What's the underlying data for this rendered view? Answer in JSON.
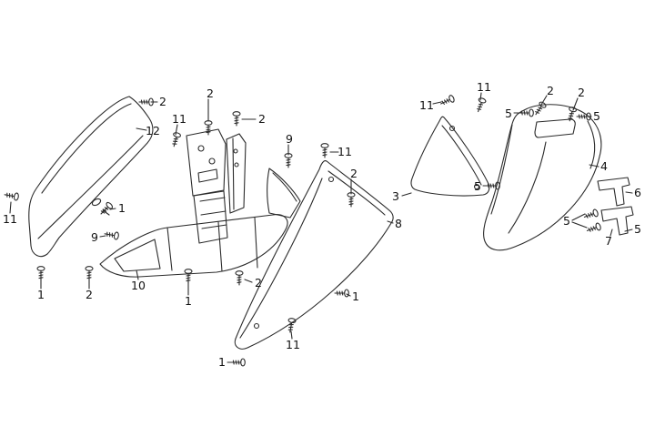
{
  "diagram": {
    "background_color": "#ffffff",
    "line_color": "#2b2b2b",
    "part_numbers_visible": [
      "1",
      "2",
      "3",
      "4",
      "5",
      "6",
      "7",
      "8",
      "9",
      "10",
      "11",
      "12"
    ],
    "callouts": [
      {
        "label": "2"
      },
      {
        "label": "12"
      },
      {
        "label": "11"
      },
      {
        "label": "2"
      },
      {
        "label": "2"
      },
      {
        "label": "9"
      },
      {
        "label": "11"
      },
      {
        "label": "2"
      },
      {
        "label": "11"
      },
      {
        "label": "1"
      },
      {
        "label": "9"
      },
      {
        "label": "1"
      },
      {
        "label": "2"
      },
      {
        "label": "10"
      },
      {
        "label": "1"
      },
      {
        "label": "2"
      },
      {
        "label": "8"
      },
      {
        "label": "1"
      },
      {
        "label": "11"
      },
      {
        "label": "1"
      },
      {
        "label": "11"
      },
      {
        "label": "11"
      },
      {
        "label": "2"
      },
      {
        "label": "2"
      },
      {
        "label": "5"
      },
      {
        "label": "5"
      },
      {
        "label": "4"
      },
      {
        "label": "3"
      },
      {
        "label": "5"
      },
      {
        "label": "6"
      },
      {
        "label": "5"
      },
      {
        "label": "7"
      },
      {
        "label": "5"
      }
    ]
  }
}
